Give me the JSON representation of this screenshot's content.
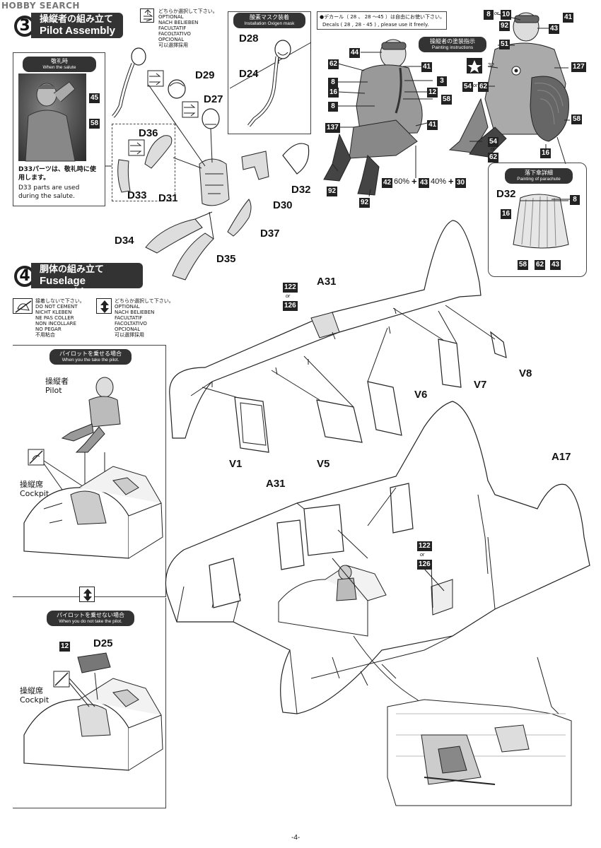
{
  "watermark": "HOBBY SEARCH",
  "page_number": "-4-",
  "step3": {
    "number": "3",
    "title_jp": "操縦者の組み立て",
    "title_en": "Pilot Assembly",
    "optional_jp": "どちらか選択して下さい。",
    "optional_langs": [
      "OPTIONAL",
      "NACH BELIEBEN",
      "FACULTATIF",
      "FACOLTATIVO",
      "OPCIONAL",
      "可以選擇採用"
    ],
    "salute": {
      "title_jp": "敬礼時",
      "title_en": "When the salute",
      "note_jp": "D33パーツは、敬礼時に使用します。",
      "note_en": "D33 parts are used during the salute."
    },
    "oxygen": {
      "title_jp": "酸素マスク装着",
      "title_en": "Installation Oxigen mask"
    },
    "parts": [
      "D28",
      "D24",
      "D29",
      "D27",
      "D36",
      "D33",
      "D31",
      "D30",
      "D32",
      "D34",
      "D37",
      "D35"
    ],
    "decal_note_jp": "●デカール（ 28 、 28 〜45 ）は自由にお使い下さい。",
    "decal_note_en": "Decals ( 28 , 28 - 45 ) , please use it freely.",
    "paint": {
      "title_jp": "操縦者の塗装指示",
      "title_en": "Painting instructions",
      "front_callouts": [
        "44",
        "62",
        "8",
        "16",
        "8",
        "137",
        "92",
        "92",
        "41",
        "3",
        "12",
        "58",
        "41"
      ],
      "mix_a": "42",
      "mix_a_pct": "60%",
      "mix_b": "43",
      "mix_b_pct": "40%",
      "mix_c": "30",
      "back_callouts": [
        "8",
        "10",
        "92",
        "41",
        "43",
        "51",
        "127",
        "32",
        "54",
        "62",
        "58",
        "54",
        "62",
        "16"
      ],
      "or_label": "or"
    },
    "parachute": {
      "title_jp": "落下傘詳細",
      "title_en": "Painting of parachute",
      "part": "D32",
      "callouts": [
        "8",
        "16",
        "58",
        "62",
        "43"
      ]
    },
    "salute_callouts": [
      "45",
      "58"
    ]
  },
  "step4": {
    "number": "4",
    "title_jp": "胴体の組み立て",
    "title_en": "Fuselage Assembly",
    "nocement_jp": "接着しないで下さい。",
    "nocement_langs": [
      "DO NOT CEMENT",
      "NICHT KLEBEN",
      "NE PAS COLLER",
      "NON INCOLLARE",
      "NO PEGAR",
      "不用粘合"
    ],
    "optional_jp": "どちらか選択して下さい。",
    "optional_langs": [
      "OPTIONAL",
      "NACH BELIEBEN",
      "FACULTATIF",
      "FACOLTATIVO",
      "OPCIONAL",
      "可以選擇採用"
    ],
    "with_pilot": {
      "title_jp": "パイロットを乗せる場合",
      "title_en": "When you the take the pilot.",
      "pilot_jp": "操縦者",
      "pilot_en": "Pilot",
      "cockpit_jp": "操縦席",
      "cockpit_en": "Cockpit"
    },
    "without_pilot": {
      "title_jp": "パイロットを乗せない場合",
      "title_en": "When you do not take the pilot.",
      "cushion_part": "D25",
      "cushion_color": "12",
      "cockpit_jp": "操縦席",
      "cockpit_en": "Cockpit"
    },
    "parts": [
      "A31",
      "V1",
      "V5",
      "V6",
      "V7",
      "V8",
      "A31",
      "A17"
    ],
    "color_a": "122",
    "color_b": "126",
    "or_label": "or"
  }
}
